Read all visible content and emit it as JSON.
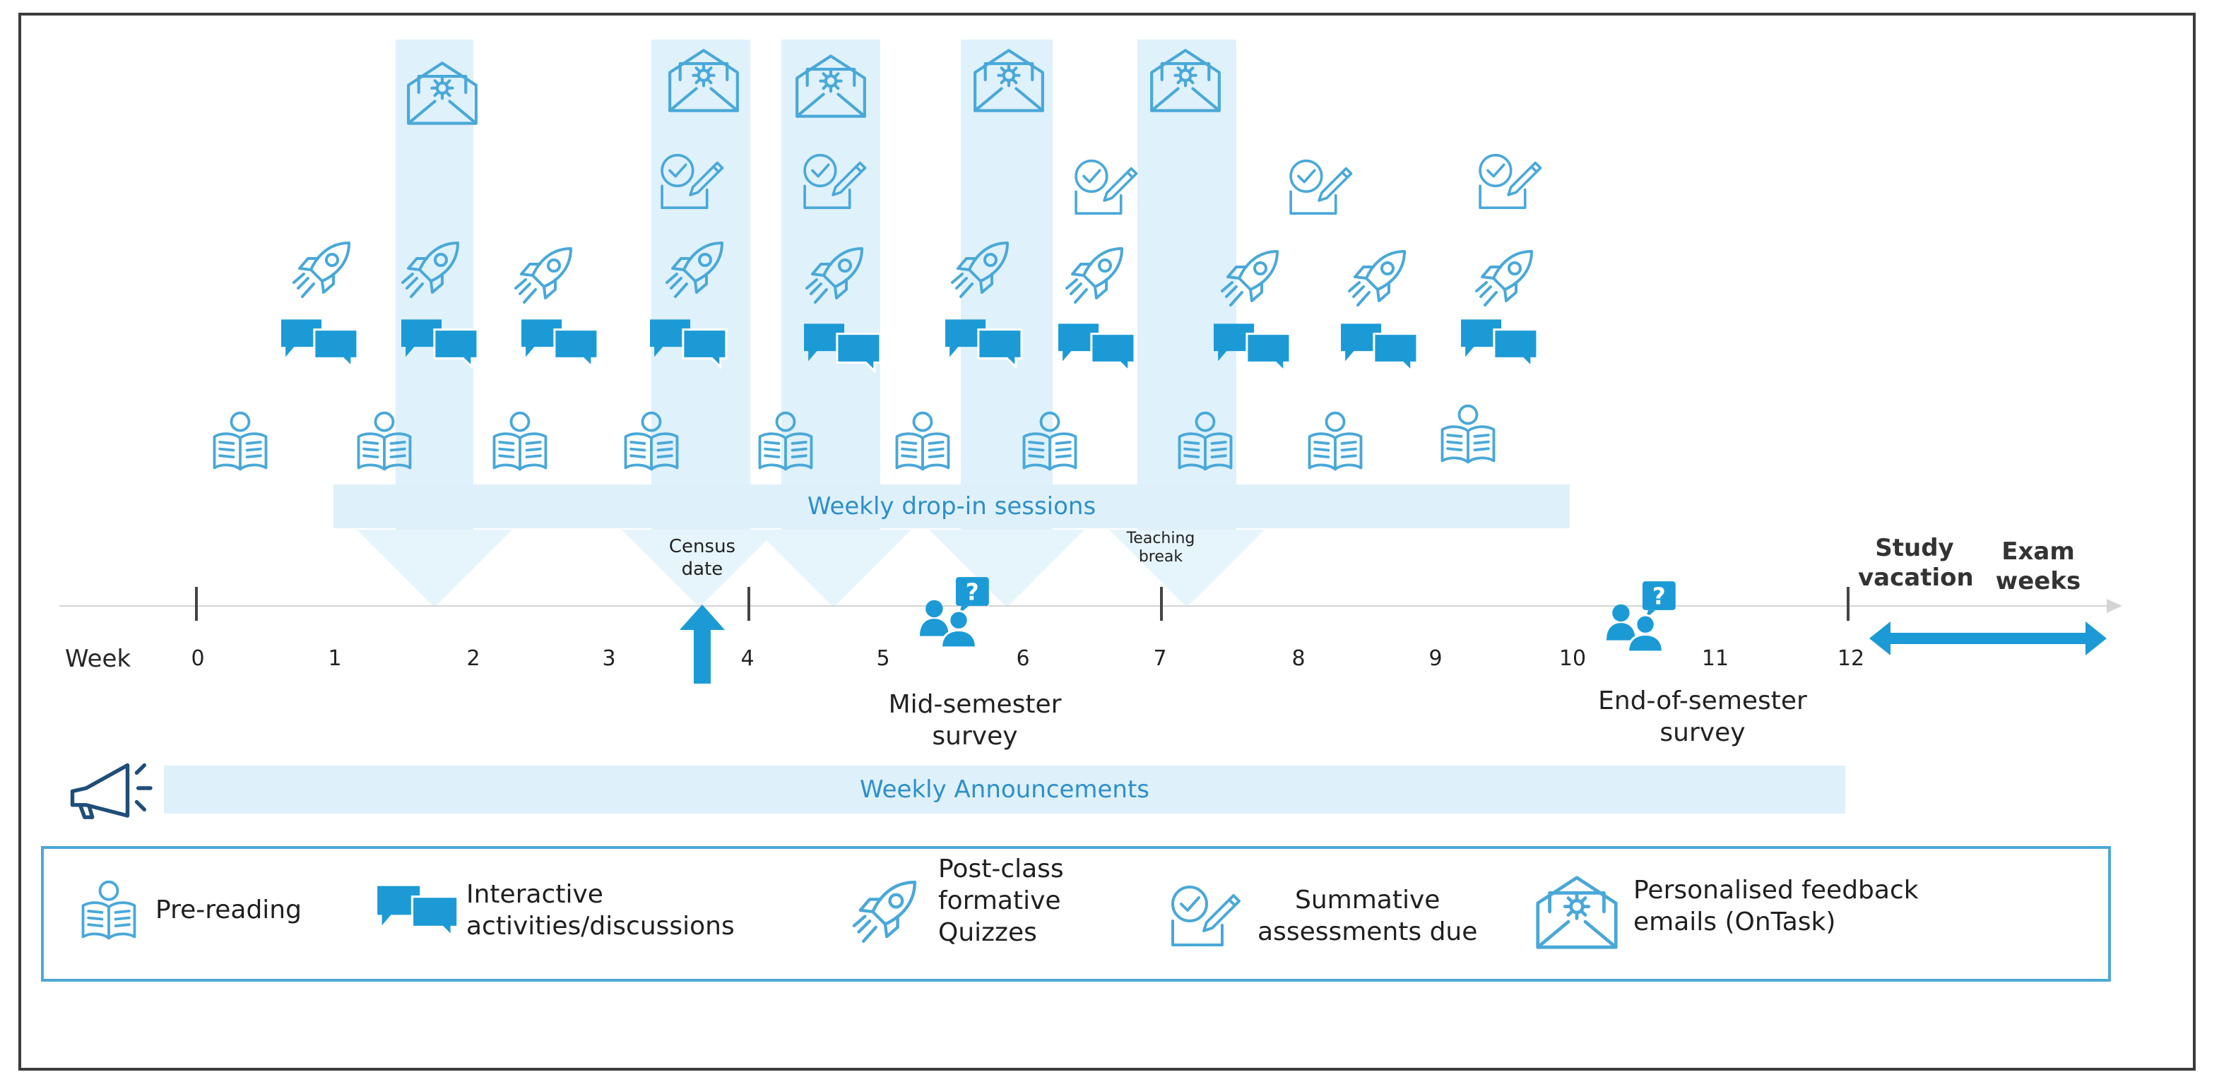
{
  "title": "",
  "week_label": "Week",
  "weeks": [
    "0",
    "1",
    "2",
    "3",
    "4",
    "5",
    "6",
    "7",
    "8",
    "9",
    "10",
    "11",
    "12"
  ],
  "bands": {
    "drop_in": "Weekly drop-in sessions",
    "announcements": "Weekly Announcements"
  },
  "events": {
    "census": "Census\ndate",
    "teaching_break": "Teaching\nbreak",
    "mid_survey": "Mid-semester\nsurvey",
    "end_survey": "End-of-semester\nsurvey",
    "study_vacation": "Study\nvacation",
    "exam_weeks": "Exam\nweeks"
  },
  "legend": {
    "pre_reading": "Pre-reading",
    "interactive": "Interactive\nactivities/discussions",
    "quizzes": "Post-class\nformative\nQuizzes",
    "summative": "Summative\nassessments due",
    "feedback": "Personalised feedback\nemails (OnTask)"
  },
  "icons": [
    "reader-icon",
    "chat-bubbles-icon",
    "rocket-icon",
    "checklist-pencil-icon",
    "feedback-envelope-icon",
    "megaphone-icon",
    "survey-people-icon"
  ],
  "colors": {
    "primary": "#1c9ad6",
    "light_band": "#dff1fb",
    "legend_border": "#4aa8d8",
    "line_icon": "#4aa8d8"
  }
}
